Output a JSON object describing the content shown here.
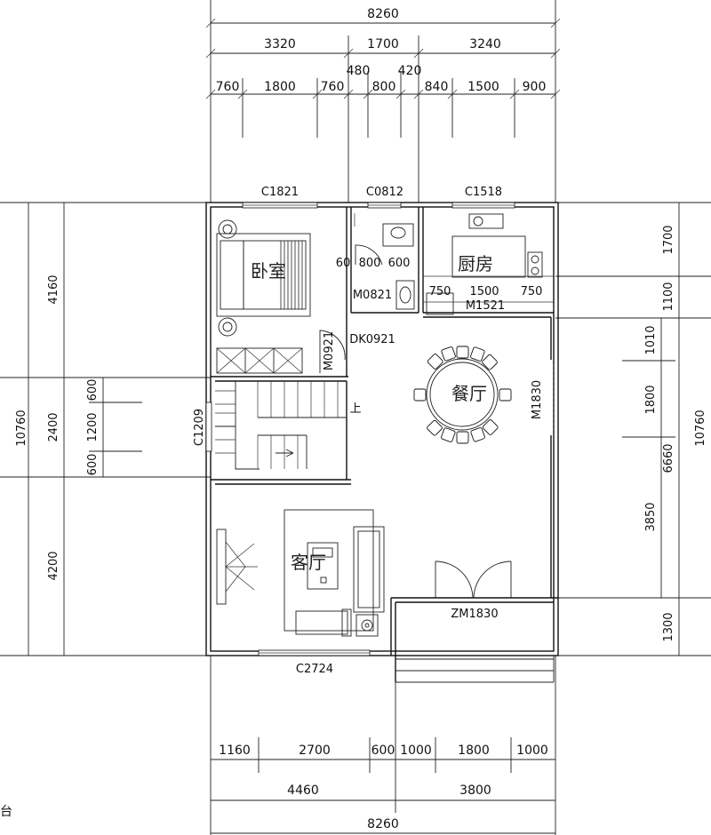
{
  "dimensions_top": {
    "total": "8260",
    "row1": [
      "3320",
      "1700",
      "3240"
    ],
    "row2": [
      "760",
      "1800",
      "760",
      "480",
      "800",
      "420",
      "840",
      "1500",
      "900"
    ]
  },
  "dimensions_bottom": {
    "row1": [
      "1160",
      "2700",
      "600",
      "1000",
      "1800",
      "1000"
    ],
    "row2": [
      "4460",
      "3800"
    ],
    "total": "8260"
  },
  "dimensions_left": {
    "total": "10760",
    "main": [
      "4160",
      "2400",
      "4200"
    ],
    "stair": [
      "600",
      "1200",
      "600"
    ]
  },
  "dimensions_right": {
    "total": "10760",
    "outer": [
      "1700",
      "1100",
      "1010",
      "1800",
      "3850",
      "1300"
    ],
    "inner": "6660"
  },
  "windows": {
    "c1821": "C1821",
    "c0812": "C0812",
    "c1518": "C1518",
    "c1209": "C1209",
    "c2724": "C2724"
  },
  "doors": {
    "m0821": "M0821",
    "m0921": "M0921",
    "dk0921": "DK0921",
    "m1521": "M1521",
    "m1830": "M1830",
    "zm1830": "ZM1830"
  },
  "inner_dims": {
    "bath": [
      "60",
      "800",
      "600"
    ],
    "kitchen": [
      "750",
      "1500",
      "750"
    ]
  },
  "rooms": {
    "bedroom": "卧室",
    "kitchen": "厨房",
    "dining": "餐厅",
    "living": "客厅"
  },
  "stair": {
    "up": "上"
  },
  "corner_text": "台"
}
